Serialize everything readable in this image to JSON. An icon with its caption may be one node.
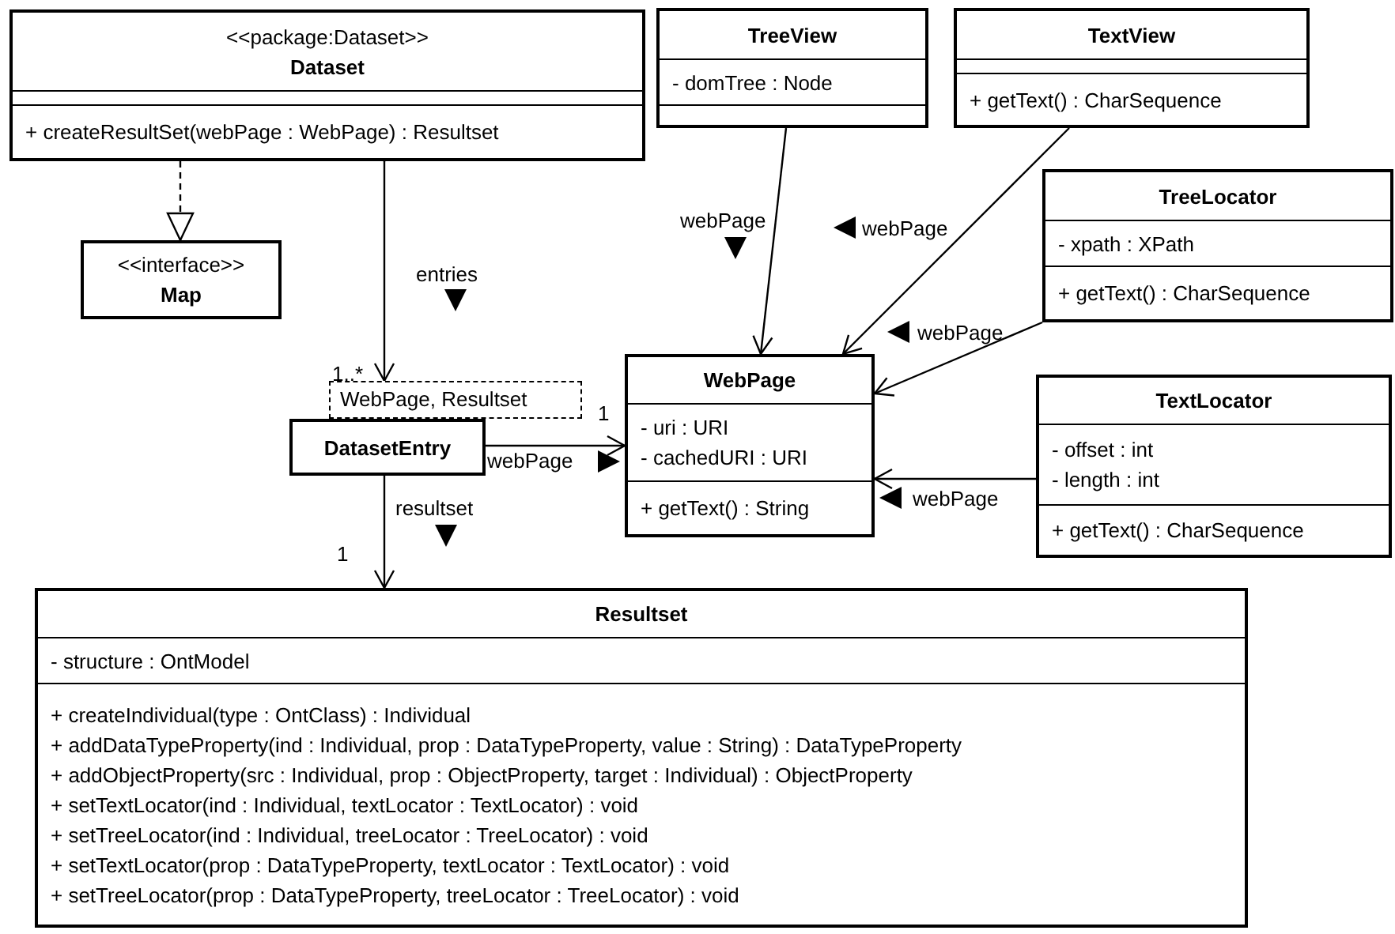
{
  "diagram": {
    "nodes": [
      {
        "text": [
          "<<package:Dataset>>",
          "Dataset",
          "+ createResultSet(webPage : WebPage) : Resultset"
        ]
      },
      {
        "text": [
          "TreeView",
          "- domTree : Node"
        ]
      },
      {
        "text": [
          "TextView",
          "+ getText() : CharSequence"
        ]
      },
      {
        "text": [
          "<<interface>>",
          "Map"
        ]
      },
      {
        "text": [
          "TreeLocator",
          "- xpath : XPath",
          "+ getText() : CharSequence"
        ]
      },
      {
        "text": [
          "DatasetEntry"
        ]
      },
      {
        "text": [
          "WebPage, Resultset"
        ]
      },
      {
        "text": [
          "WebPage",
          "- uri : URI",
          "- cachedURI : URI",
          "+ getText() : String"
        ]
      },
      {
        "text": [
          "TextLocator",
          "- offset : int",
          "- length : int",
          "+ getText() : CharSequence"
        ]
      },
      {
        "text": [
          "Resultset",
          "- structure : OntModel",
          "+ createIndividual(type : OntClass) : Individual",
          "+ addDataTypeProperty(ind : Individual, prop : DataTypeProperty, value : String) : DataTypeProperty",
          "+ addObjectProperty(src : Individual, prop : ObjectProperty, target : Individual) : ObjectProperty",
          "+ setTextLocator(ind : Individual, textLocator : TextLocator) : void",
          "+ setTreeLocator(ind : Individual, treeLocator : TreeLocator) : void",
          "+ setTextLocator(prop : DataTypeProperty, textLocator : TextLocator) : void",
          "+ setTreeLocator(prop : DataTypeProperty, treeLocator : TreeLocator) : void"
        ]
      }
    ],
    "edges": [
      {
        "from": 0,
        "to": 3,
        "arrow": "to",
        "style": "dashed"
      },
      {
        "from": 0,
        "to": 6,
        "arrow": "to",
        "label": "entries"
      },
      {
        "from": 5,
        "to": 7,
        "arrow": "to",
        "label": "webPage"
      },
      {
        "from": 5,
        "to": 9,
        "arrow": "to",
        "label": "resultset"
      },
      {
        "from": 1,
        "to": 7,
        "arrow": "to",
        "label": "webPage"
      },
      {
        "from": 2,
        "to": 7,
        "arrow": "to",
        "label": "webPage"
      },
      {
        "from": 4,
        "to": 7,
        "arrow": "to",
        "label": "webPage"
      },
      {
        "from": 8,
        "to": 7,
        "arrow": "to",
        "label": "webPage"
      }
    ],
    "labels": [
      "1..*",
      "1",
      "1"
    ]
  }
}
